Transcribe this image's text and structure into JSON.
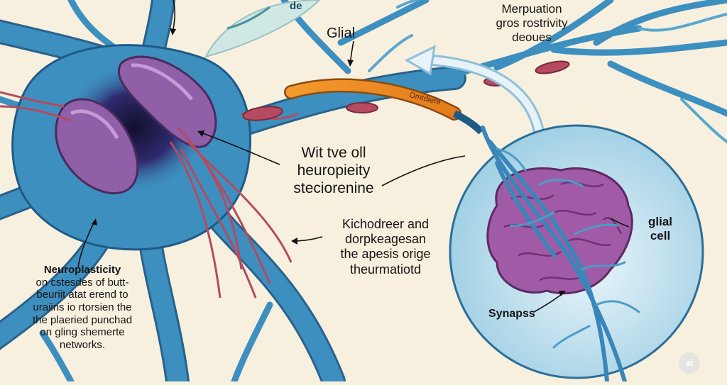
{
  "labels": {
    "glial_top": "Glial",
    "merpuation": [
      "Merpuation",
      "gros rostrivity",
      "deoues"
    ],
    "wit_tve": [
      "Wit tve oll",
      "heuropieity",
      "steciorenine"
    ],
    "kichodreer": [
      "Kichodreer and",
      "dorpkeagesan",
      "the apesis orige",
      "theurmatiotd"
    ],
    "neuroplasticity": [
      "Neuroplasticity",
      "on cstesdes of butt-",
      "beuriit atat erend to",
      "uraiins io rtorsien the",
      "the plaeried punchad",
      "on gling shemerte",
      "networks."
    ],
    "glial_cell": [
      "glial",
      "cell"
    ],
    "synapse": "Synapss",
    "tube_text": "Omtdiere",
    "partial_top": "de",
    "watermark": "ai"
  },
  "colors": {
    "background": "#f7f0df",
    "neuron_blue": "#3d8fbf",
    "neuron_dark": "#1f5a86",
    "nucleus_purple": "#8f5fa8",
    "nucleus_dark": "#1a1a45",
    "myelin_orange": "#e98b25",
    "glial_circle": "#cfe8f2",
    "brain_purple": "#a15ba6",
    "fiber_red": "#b54a60"
  }
}
